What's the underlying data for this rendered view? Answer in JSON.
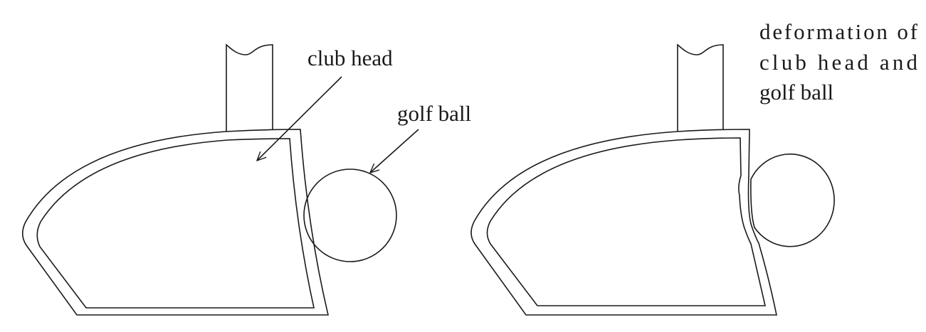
{
  "figure_left": {
    "label_club_head": "club head",
    "label_golf_ball": "golf ball"
  },
  "figure_right": {
    "label_line1": "deformation of",
    "label_line2": "club head and",
    "label_line3": "golf ball"
  },
  "colors": {
    "stroke": "#1a1a1a",
    "background": "#ffffff"
  }
}
